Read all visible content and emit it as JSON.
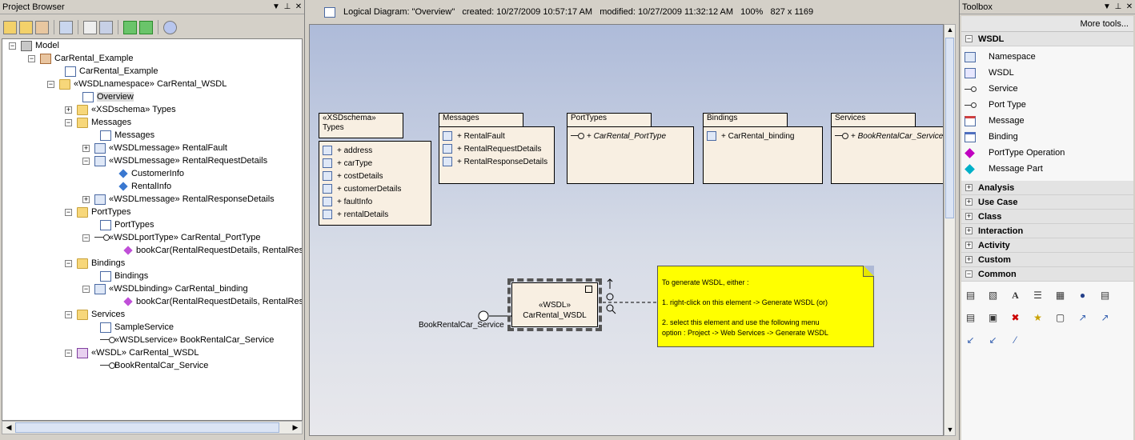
{
  "project_browser": {
    "title": "Project Browser",
    "tree": [
      {
        "label": "Model"
      },
      {
        "label": "CarRental_Example"
      },
      {
        "label": "CarRental_Example"
      },
      {
        "label": "«WSDLnamespace» CarRental_WSDL"
      },
      {
        "label": "Overview"
      },
      {
        "label": "«XSDschema» Types"
      },
      {
        "label": "Messages"
      },
      {
        "label": "Messages"
      },
      {
        "label": "«WSDLmessage» RentalFault"
      },
      {
        "label": "«WSDLmessage» RentalRequestDetails"
      },
      {
        "label": "CustomerInfo"
      },
      {
        "label": "RentalInfo"
      },
      {
        "label": "«WSDLmessage» RentalResponseDetails"
      },
      {
        "label": "PortTypes"
      },
      {
        "label": "PortTypes"
      },
      {
        "label": "«WSDLportType» CarRental_PortType"
      },
      {
        "label": "bookCar(RentalRequestDetails, RentalResp"
      },
      {
        "label": "Bindings"
      },
      {
        "label": "Bindings"
      },
      {
        "label": "«WSDLbinding» CarRental_binding"
      },
      {
        "label": "bookCar(RentalRequestDetails, RentalResp"
      },
      {
        "label": "Services"
      },
      {
        "label": "SampleService"
      },
      {
        "label": "«WSDLservice» BookRentalCar_Service"
      },
      {
        "label": "«WSDL» CarRental_WSDL"
      },
      {
        "label": "BookRentalCar_Service"
      }
    ]
  },
  "diagram": {
    "header": "Logical Diagram: \"Overview\"   created: 10/27/2009 10:57:17 AM   modified: 10/27/2009 11:32:12 AM   100%   827 x 1169",
    "packages": {
      "types": {
        "stereo": "«XSDschema»",
        "name": "Types",
        "items": [
          "address",
          "carType",
          "costDetails",
          "customerDetails",
          "faultInfo",
          "rentalDetails"
        ]
      },
      "messages": {
        "name": "Messages",
        "items": [
          "RentalFault",
          "RentalRequestDetails",
          "RentalResponseDetails"
        ]
      },
      "porttypes": {
        "name": "PortTypes",
        "items": [
          "CarRental_PortType"
        ]
      },
      "bindings": {
        "name": "Bindings",
        "items": [
          "CarRental_binding"
        ]
      },
      "services": {
        "name": "Services",
        "items": [
          "BookRentalCar_Service"
        ]
      }
    },
    "component": {
      "stereo": "«WSDL»",
      "name": "CarRental_WSDL",
      "port_label": "BookRentalCar_Service"
    },
    "note": {
      "line1": "To generate WSDL, either :",
      "line2": "1. right-click on this element -> Generate WSDL (or)",
      "line3": "2. select this element and use the following menu",
      "line4": "option : Project -> Web Services -> Generate WSDL"
    }
  },
  "toolbox": {
    "title": "Toolbox",
    "more_tools": "More tools...",
    "open_group": "WSDL",
    "wsdl_items": [
      "Namespace",
      "WSDL",
      "Service",
      "Port Type",
      "Message",
      "Binding",
      "PortType Operation",
      "Message Part"
    ],
    "groups": [
      "Analysis",
      "Use Case",
      "Class",
      "Interaction",
      "Activity",
      "Custom",
      "Common"
    ]
  }
}
